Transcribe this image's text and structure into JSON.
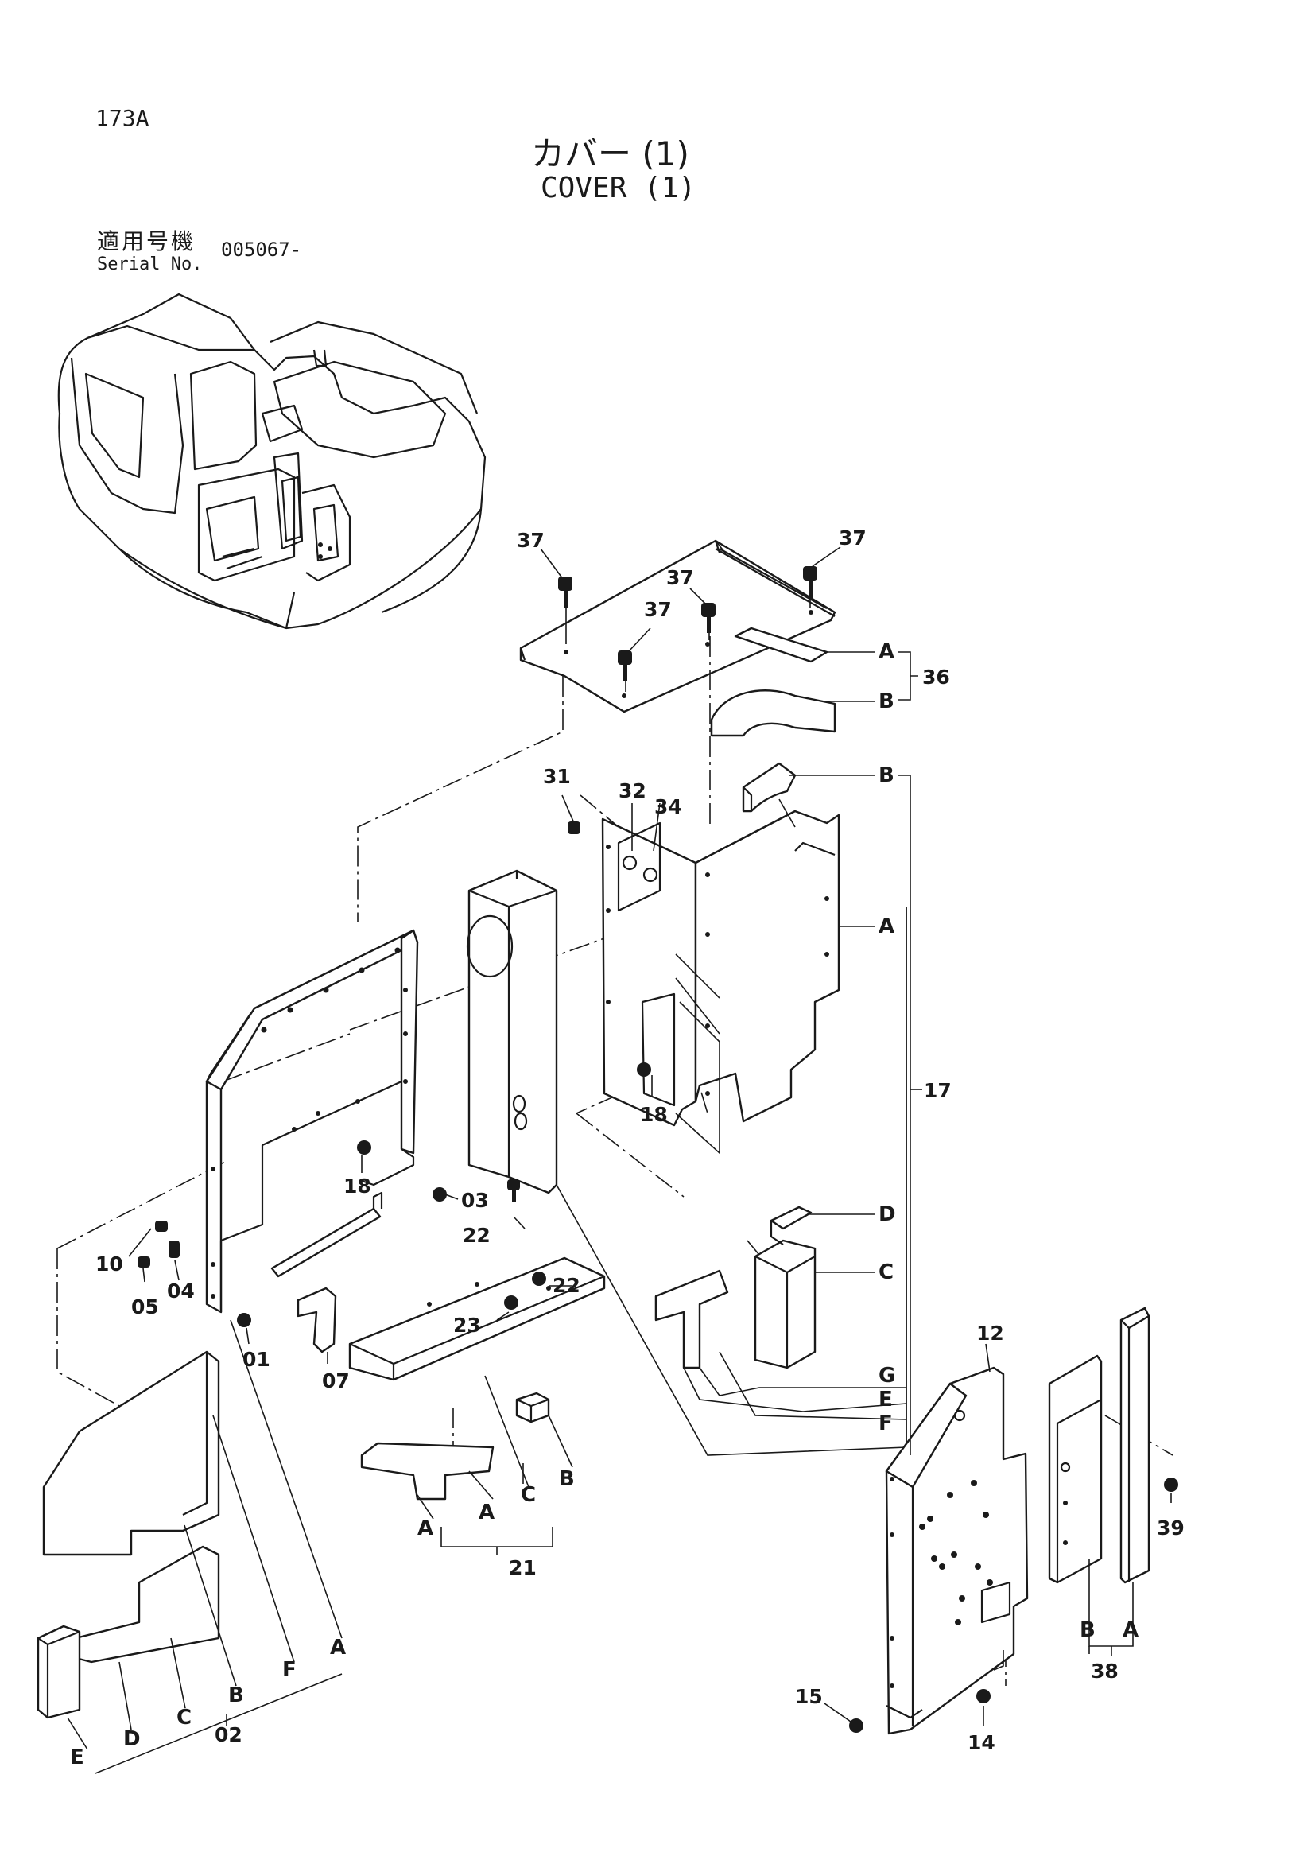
{
  "header": {
    "page_id": "173A",
    "title_ja": "カバー (1)",
    "title_en": "COVER (1)",
    "serial_label_ja": "適用号機",
    "serial_label_en": "Serial No.",
    "serial_value": "005067-"
  },
  "callouts": {
    "c01": "01",
    "c02": "02",
    "c03": "03",
    "c04": "04",
    "c05": "05",
    "c07": "07",
    "c10": "10",
    "c12": "12",
    "c14": "14",
    "c15": "15",
    "c17": "17",
    "c18a": "18",
    "c18b": "18",
    "c21": "21",
    "c22a": "22",
    "c22b": "22",
    "c23": "23",
    "c31": "31",
    "c32": "32",
    "c34": "34",
    "c36": "36",
    "c37a": "37",
    "c37b": "37",
    "c37c": "37",
    "c37d": "37",
    "c38": "38",
    "c39": "39"
  },
  "letters": {
    "g36_A": "A",
    "g36_B": "B",
    "g17_B": "B",
    "g17_A": "A",
    "g17_D": "D",
    "g17_C": "C",
    "g17_G": "G",
    "g17_E": "E",
    "g17_F": "F",
    "g21_A1": "A",
    "g21_A2": "A",
    "g21_C": "C",
    "g21_B": "B",
    "g02_E": "E",
    "g02_D": "D",
    "g02_C": "C",
    "g02_B": "B",
    "g02_F": "F",
    "g02_A": "A",
    "g38_B": "B",
    "g38_A": "A"
  }
}
